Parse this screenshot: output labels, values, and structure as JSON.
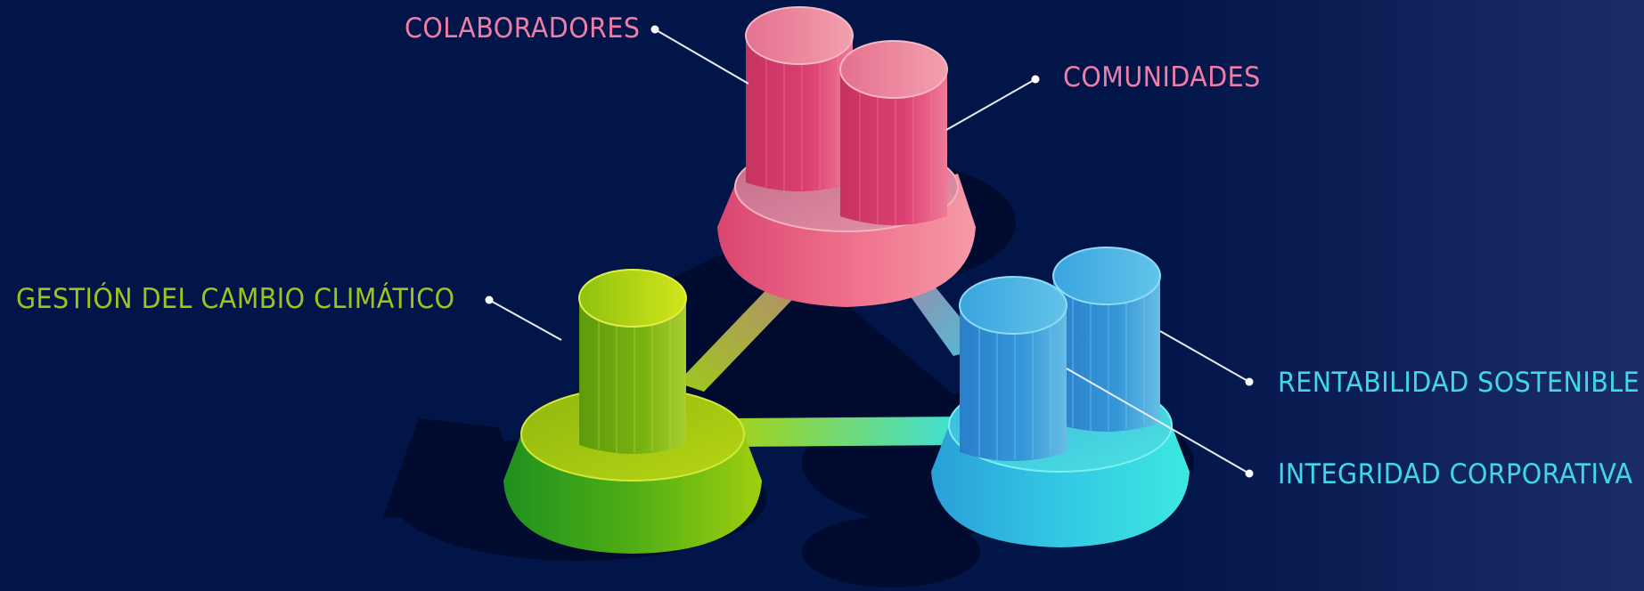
{
  "labels": {
    "colaboradores": "COLABORADORES",
    "comunidades": "COMUNIDADES",
    "gestion_cambio_climatico": "GESTIÓN DEL CAMBIO CLIMÁTICO",
    "rentabilidad_sostenible": "RENTABILIDAD SOSTENIBLE",
    "integridad_corporativa": "INTEGRIDAD CORPORATIVA"
  },
  "colors": {
    "background": "#021549",
    "pink": "#e34a7a",
    "pink_light": "#f38aa5",
    "green": "#8cbf0f",
    "green_light": "#c6e01a",
    "blue": "#3aa4df",
    "cyan": "#32e2e2",
    "label_pink": "#ef7ea6",
    "label_green": "#9ec41b",
    "label_cyan": "#41d6e9"
  }
}
